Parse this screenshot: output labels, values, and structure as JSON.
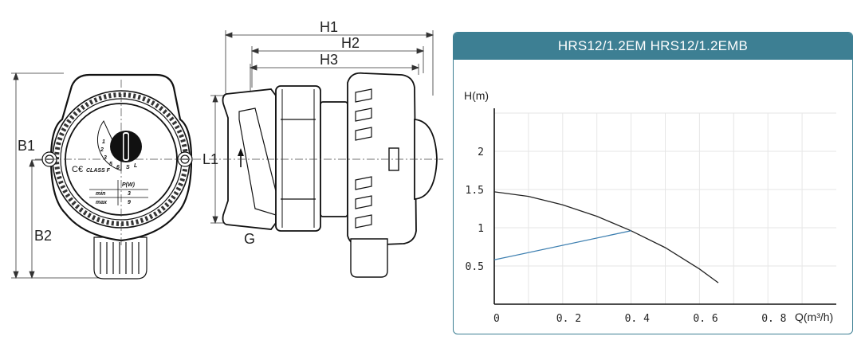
{
  "dimensions": {
    "b1": "B1",
    "b2": "B2",
    "l1": "L1",
    "h1": "H1",
    "h2": "H2",
    "h3": "H3",
    "g": "G"
  },
  "front_view": {
    "ce_mark": "C€",
    "class_label": "CLASS F",
    "power_header": "P(W)",
    "rows": [
      {
        "label": "min",
        "value": "3"
      },
      {
        "label": "max",
        "value": "9"
      }
    ],
    "dial_marks": [
      "1",
      "2",
      "3",
      "5",
      "6",
      "S",
      "L"
    ]
  },
  "chart_panel": {
    "title": "HRS12/1.2EM HRS12/1.2EMB",
    "accent_color": "#3d7f93"
  },
  "chart_data": {
    "type": "line",
    "title": "HRS12/1.2EM HRS12/1.2EMB",
    "xlabel": "Q(m³/h)",
    "ylabel": "H(m)",
    "xlim": [
      0,
      1.0
    ],
    "ylim": [
      0,
      2.5
    ],
    "x_ticks": [
      0,
      0.2,
      0.4,
      0.6,
      0.8
    ],
    "x_tick_labels": [
      "0",
      "0. 2",
      "0. 4",
      "0. 6",
      "0. 8"
    ],
    "y_ticks": [
      0.5,
      1,
      1.5,
      2
    ],
    "y_tick_labels": [
      "0.5",
      "1",
      "1.5",
      "2"
    ],
    "grid": true,
    "series": [
      {
        "color": "#222222",
        "points": [
          [
            0,
            1.47
          ],
          [
            0.1,
            1.41
          ],
          [
            0.2,
            1.3
          ],
          [
            0.3,
            1.15
          ],
          [
            0.4,
            0.96
          ],
          [
            0.5,
            0.74
          ],
          [
            0.6,
            0.46
          ],
          [
            0.655,
            0.28
          ]
        ]
      },
      {
        "color": "#3d7fb0",
        "points": [
          [
            0,
            0.58
          ],
          [
            0.4,
            0.96
          ]
        ]
      }
    ]
  }
}
